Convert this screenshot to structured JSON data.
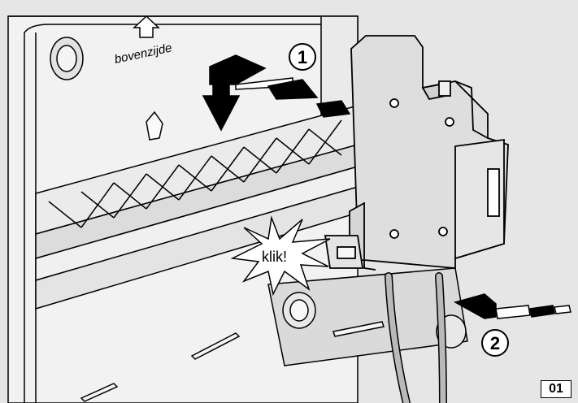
{
  "labels": {
    "top_side": "bovenzijde",
    "click": "klik!",
    "step_1": "1",
    "step_2": "2",
    "figure_number": "01"
  },
  "colors": {
    "background": "#e6e6e6",
    "module_fill": "#dedede",
    "line": "#000000"
  }
}
